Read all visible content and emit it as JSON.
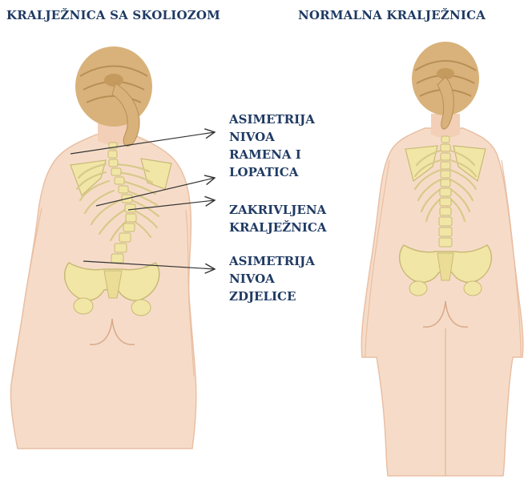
{
  "titles": {
    "scoliosis": "KRALJEŽNICA SA SKOLIOZOM",
    "normal": "NORMALNA KRALJEŽNICA"
  },
  "labels": [
    {
      "lines": [
        "ASIMETRIJA",
        "NIVOA",
        "RAMENA I",
        "LOPATICA"
      ]
    },
    {
      "lines": [
        "ZAKRIVLJENA",
        "KRALJEŽNICA"
      ]
    },
    {
      "lines": [
        "ASIMETRIJA",
        "NIVOA",
        "ZDJELICE"
      ]
    }
  ],
  "colors": {
    "title_text": "#1f3a63",
    "skin": "#f6dcc8",
    "skin_shadow": "#e9bfa3",
    "bone": "#f1e6a6",
    "bone_outline": "#c9b978",
    "hair": "#d8b27a",
    "arrow": "#333333"
  }
}
